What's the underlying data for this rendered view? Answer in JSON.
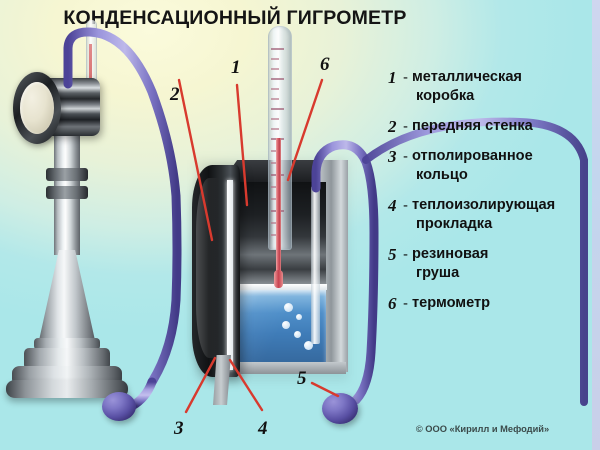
{
  "title": "КОНДЕНСАЦИОННЫЙ ГИГРОМЕТР",
  "copyright": "© ООО «Кирилл и Мефодий»",
  "legend": [
    {
      "num": "1",
      "dash": "-",
      "line1": "металлическая",
      "line2": "коробка"
    },
    {
      "num": "2",
      "dash": "-",
      "line1": "передняя стенка",
      "line2": ""
    },
    {
      "num": "3",
      "dash": "-",
      "line1": "отполированное",
      "line2": "кольцо"
    },
    {
      "num": "4",
      "dash": "-",
      "line1": "теплоизолирующая",
      "line2": "прокладка"
    },
    {
      "num": "5",
      "dash": "-",
      "line1": "резиновая",
      "line2": "груша"
    },
    {
      "num": "6",
      "dash": "-",
      "line1": "термометр",
      "line2": ""
    }
  ],
  "callouts": [
    {
      "id": "1",
      "label": "1"
    },
    {
      "id": "2",
      "label": "2"
    },
    {
      "id": "3",
      "label": "3"
    },
    {
      "id": "4",
      "label": "4"
    },
    {
      "id": "5",
      "label": "5"
    },
    {
      "id": "6",
      "label": "6"
    }
  ],
  "colors": {
    "background_top_left": "#f8f8da",
    "background_bottom": "#aae7e9",
    "leader_line": "#d83a2e",
    "tube_rubber": "#7b74c4",
    "bulb_rubber": "#584fa3",
    "liquid_ether": "#4f8fc9",
    "front_wall": "#141618",
    "metal": "#b9c0c4",
    "mercury": "#c9414f",
    "text": "#111111"
  },
  "parts": {
    "metal_box": "metal-box",
    "front_wall": "front-wall",
    "polished_ring": "polished-ring",
    "insulating_gasket": "insulating-gasket",
    "rubber_bulb_left": "rubber-bulb-left",
    "rubber_bulb_right": "rubber-bulb-right",
    "thermometer_main": "thermometer-main",
    "thermometer_left": "thermometer-left",
    "stand": "laboratory-stand",
    "mirror_cylinder": "mirror-cylinder"
  }
}
